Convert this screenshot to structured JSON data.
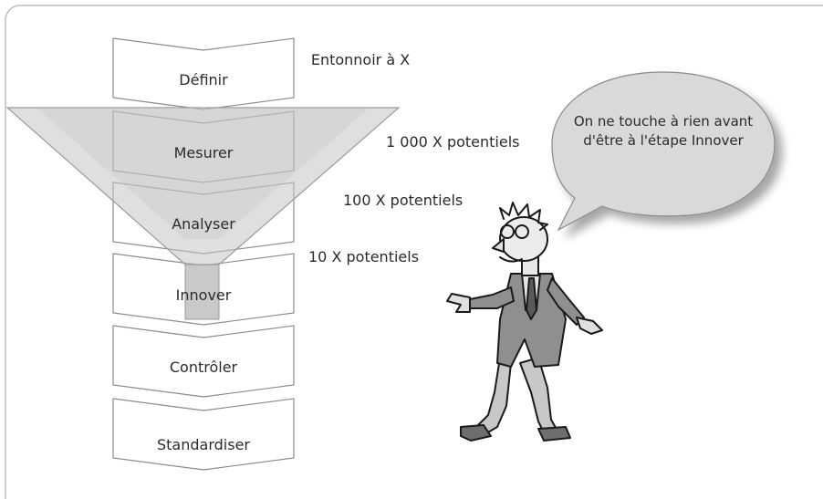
{
  "steps": [
    "Définir",
    "Mesurer",
    "Analyser",
    "Innover",
    "Contrôler",
    "Standardiser"
  ],
  "funnel": {
    "title": "Entonnoir à X",
    "levels": [
      "1 000 X potentiels",
      "100 X potentiels",
      "10 X potentiels"
    ]
  },
  "speech_bubble": {
    "text": "On ne touche à rien avant d'être à l'étape Innover"
  },
  "colors": {
    "frame": "#bdbdbd",
    "chevron_stroke": "#8c8c8c",
    "funnel_fill": "#c9c9c9",
    "bubble_fill": "#d9d9d9",
    "character_suit": "#8f8f8f"
  }
}
